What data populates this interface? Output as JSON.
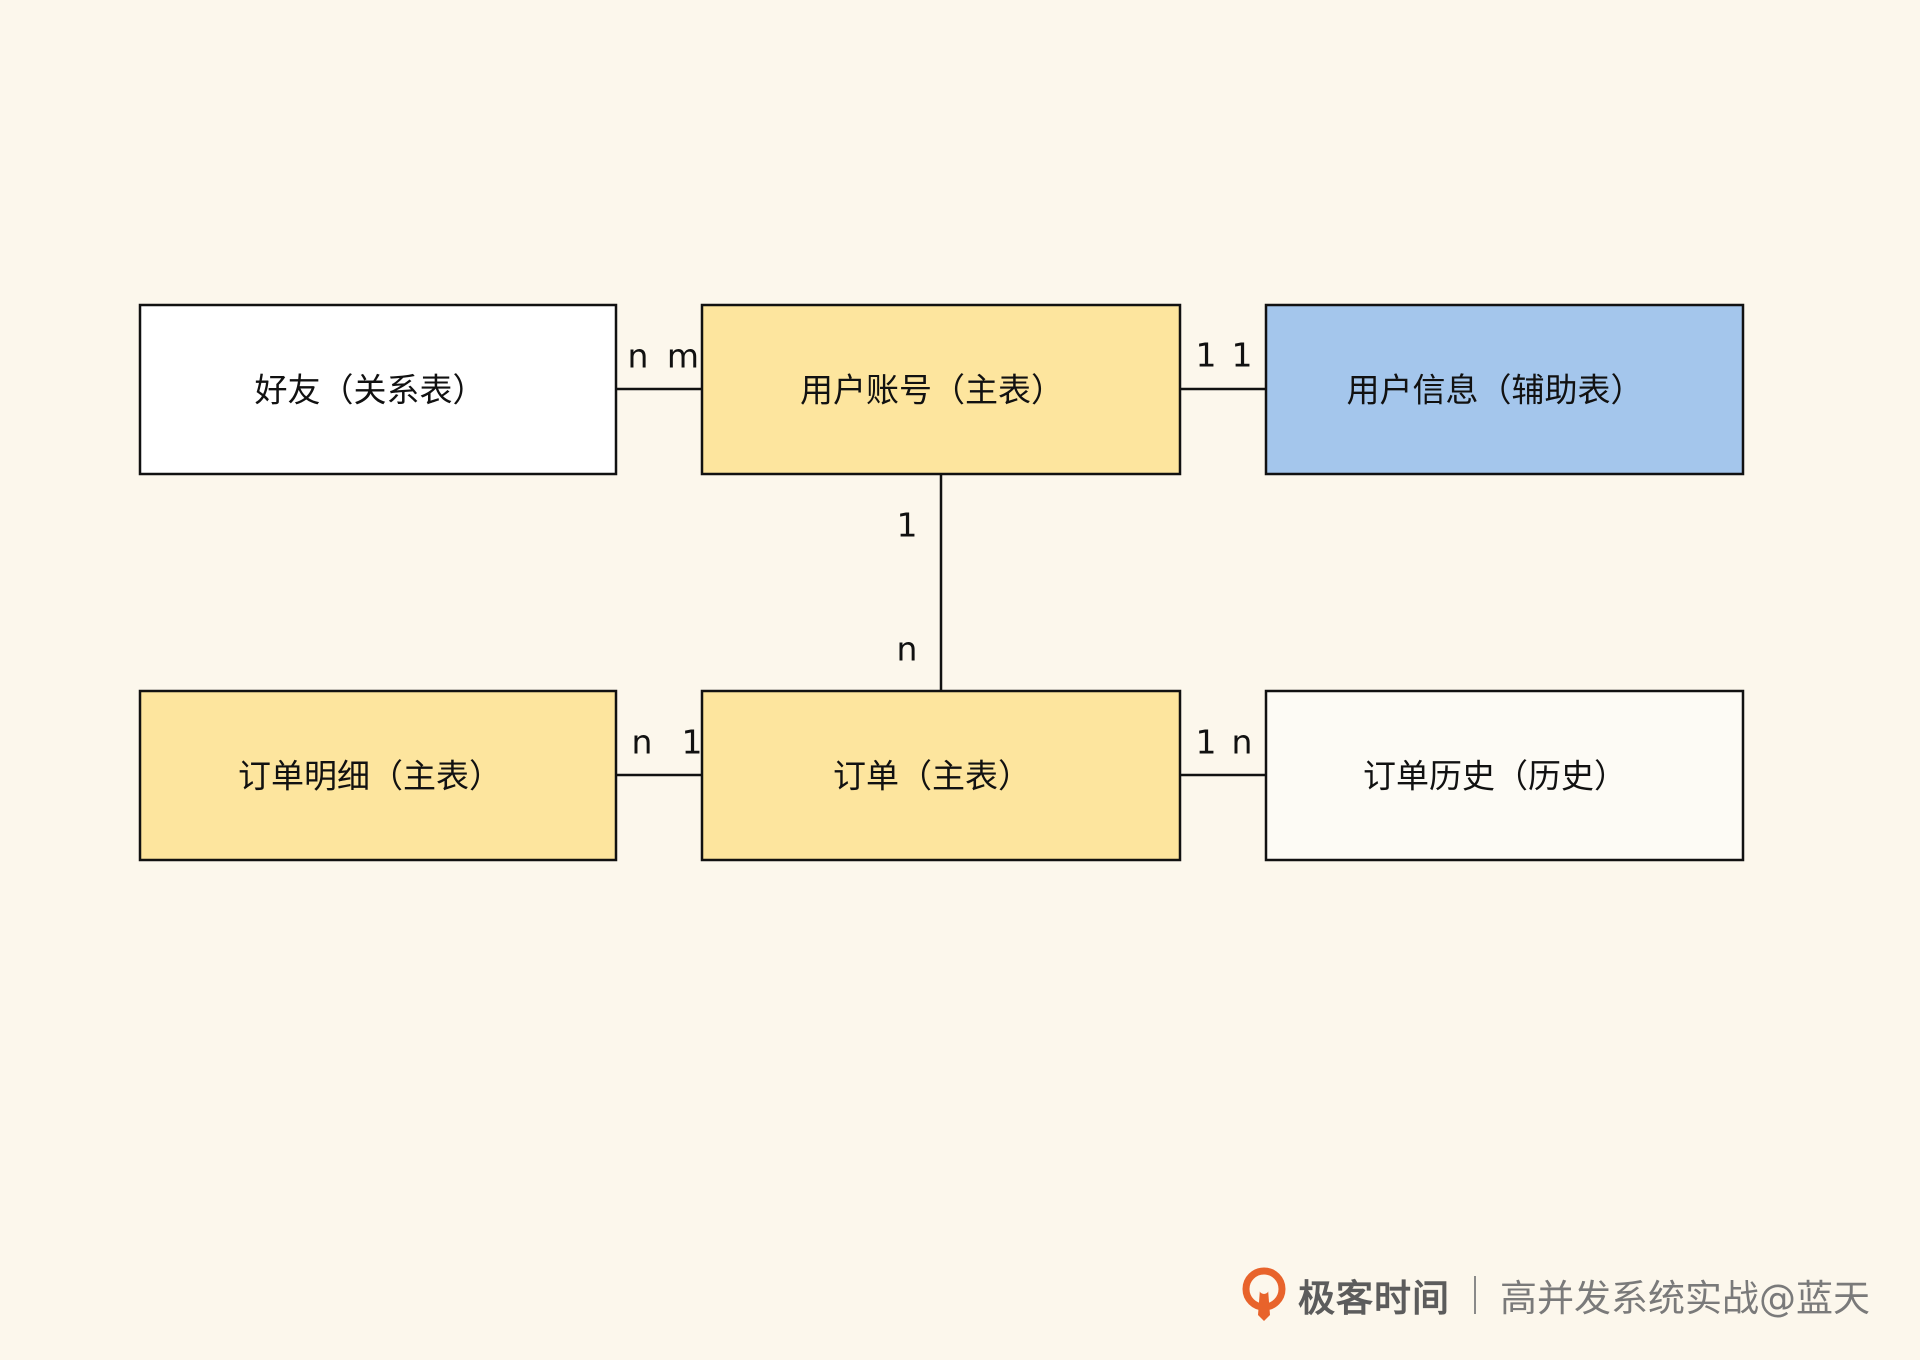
{
  "colors": {
    "background": "#fcf7ec",
    "main_table": "#fde59e",
    "aux_table": "#a4c6ec",
    "plain_table": "#ffffff",
    "history_table": "#fdfbf5",
    "stroke": "#111111",
    "logo": "#e8632b"
  },
  "entities": [
    {
      "id": "friends",
      "label": "好友（关系表）",
      "fill": "#ffffff"
    },
    {
      "id": "user_account",
      "label": "用户账号（主表）",
      "fill": "#fde59e"
    },
    {
      "id": "user_info",
      "label": "用户信息（辅助表）",
      "fill": "#a4c6ec"
    },
    {
      "id": "order_detail",
      "label": "订单明细（主表）",
      "fill": "#fde59e"
    },
    {
      "id": "order",
      "label": "订单（主表）",
      "fill": "#fde59e"
    },
    {
      "id": "order_history",
      "label": "订单历史（历史）",
      "fill": "#fdfbf5"
    }
  ],
  "relations": [
    {
      "id": "friends_account",
      "from": "friends",
      "to": "user_account",
      "from_card": "n",
      "to_card": "m"
    },
    {
      "id": "account_info",
      "from": "user_account",
      "to": "user_info",
      "from_card": "1",
      "to_card": "1"
    },
    {
      "id": "account_order",
      "from": "user_account",
      "to": "order",
      "from_card": "1",
      "to_card": "n"
    },
    {
      "id": "detail_order",
      "from": "order_detail",
      "to": "order",
      "from_card": "n",
      "to_card": "1"
    },
    {
      "id": "order_history",
      "from": "order",
      "to": "order_history",
      "from_card": "1",
      "to_card": "n"
    }
  ],
  "watermark": {
    "logo_icon": "geektime-logo-icon",
    "brand": "极客时间",
    "course": "高并发系统实战@蓝天"
  }
}
